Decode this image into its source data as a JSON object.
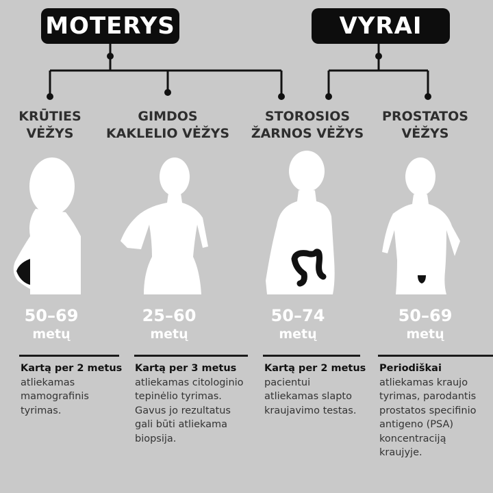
{
  "groups": {
    "women": "MOTERYS",
    "men": "VYRAI"
  },
  "cancers": [
    {
      "title_line1": "KRŪTIES",
      "title_line2": "VĖŽYS",
      "age_range": "50–69",
      "age_unit": "metų",
      "frequency": "Kartą per 2 metus",
      "description": "atliekamas\nmamografinis\ntyrimas."
    },
    {
      "title_line1": "GIMDOS",
      "title_line2": "KAKLELIO VĖŽYS",
      "age_range": "25–60",
      "age_unit": "metų",
      "frequency": "Kartą per 3 metus",
      "description": "atliekamas citologinio\ntepinėlio tyrimas.\nGavus jo rezultatus\ngali būti atliekama\nbiopsija."
    },
    {
      "title_line1": "STOROSIOS",
      "title_line2": "ŽARNOS VĖŽYS",
      "age_range": "50–74",
      "age_unit": "metų",
      "frequency": "Kartą per 2 metus",
      "description": "pacientui\natliekamas slapto\nkraujavimo testas."
    },
    {
      "title_line1": "PROSTATOS",
      "title_line2": "VĖŽYS",
      "age_range": "50–69",
      "age_unit": "metų",
      "frequency": "Periodiškai",
      "description": "atliekamas kraujo\ntyrimas, parodantis\nprostatos specifinio\nantigeno (PSA)\nkoncentraciją\nkraujyje."
    }
  ],
  "colors": {
    "background": "#c9c9c9",
    "label_background": "#0d0d0d",
    "figure": "#ffffff",
    "organ": "#111111"
  }
}
